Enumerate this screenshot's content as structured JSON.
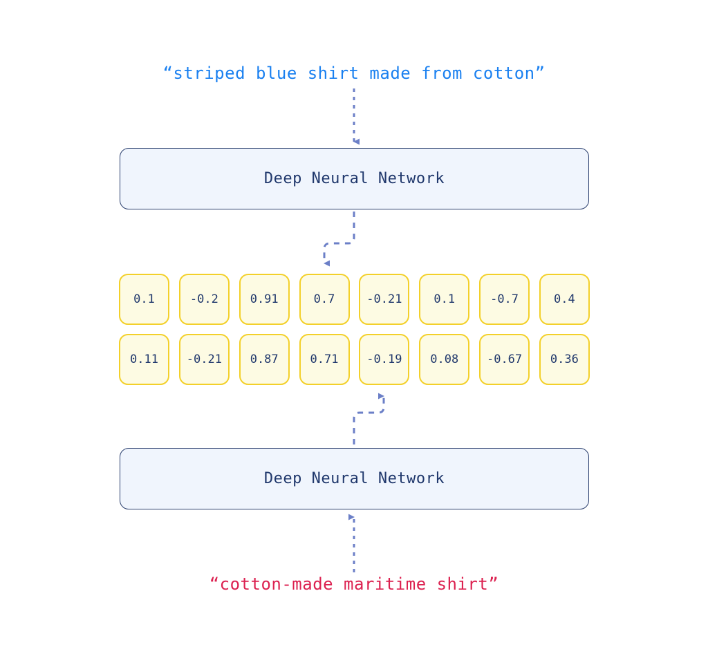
{
  "diagram": {
    "title_top_caption": "“striped blue shirt made from cotton”",
    "title_bottom_caption": "“cotton-made maritime shirt”",
    "network_top_label": "Deep Neural Network",
    "network_bottom_label": "Deep Neural Network",
    "colors": {
      "top_caption": "#1a80f0",
      "bottom_caption": "#dc2150",
      "network_fill": "#f0f5fd",
      "network_border": "#2a3f6e",
      "network_text": "#20386c",
      "cell_fill": "#fdfbe3",
      "cell_border": "#f3d02a",
      "cell_text": "#20386c",
      "arrow": "#6b7fc7",
      "background": "#ffffff"
    },
    "vectors": {
      "row1_label": "embedding-vector-top",
      "row2_label": "embedding-vector-bottom",
      "row1": [
        "0.1",
        "-0.2",
        "0.91",
        "0.7",
        "-0.21",
        "0.1",
        "-0.7",
        "0.4"
      ],
      "row2": [
        "0.11",
        "-0.21",
        "0.87",
        "0.71",
        "-0.19",
        "0.08",
        "-0.67",
        "0.36"
      ]
    },
    "arrows": [
      {
        "name": "arrow-top-caption-to-network",
        "style": "dashed",
        "direction": "down",
        "from": "top-caption",
        "to": "network-box-top"
      },
      {
        "name": "arrow-network-to-vector-row-1",
        "style": "dashed-elbow",
        "direction": "down",
        "from": "network-box-top",
        "to": "vector-row-1-cell-4"
      },
      {
        "name": "arrow-vector-row-2-to-network",
        "style": "dashed-elbow",
        "direction": "up",
        "from": "network-box-bottom",
        "to": "vector-row-2-cell-5"
      },
      {
        "name": "arrow-bottom-caption-to-network",
        "style": "dashed",
        "direction": "up",
        "from": "bottom-caption",
        "to": "network-box-bottom"
      }
    ]
  }
}
